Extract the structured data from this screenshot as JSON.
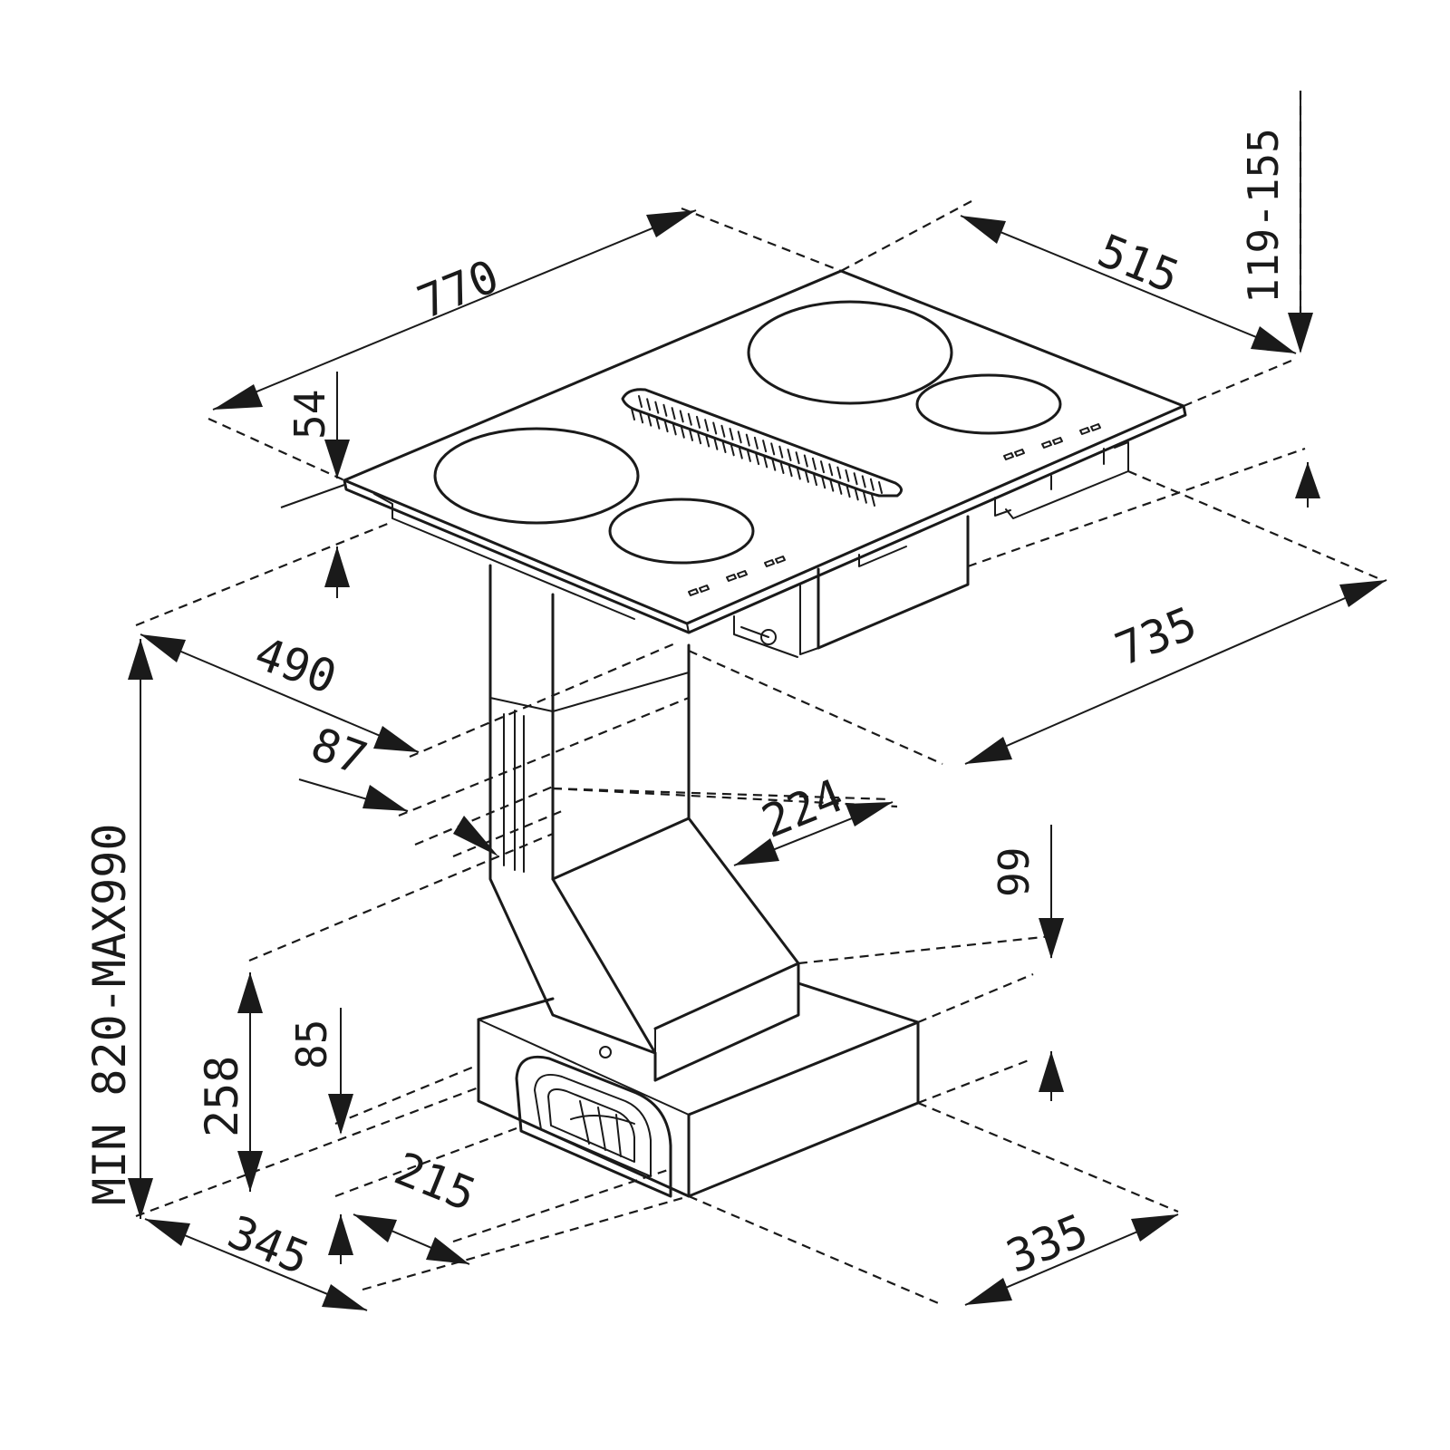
{
  "dimensions": {
    "width_770": "770",
    "depth_515": "515",
    "height_119_155": "119-155",
    "thickness_54": "54",
    "d490": "490",
    "d87": "87",
    "d735": "735",
    "d224": "224",
    "d99": "99",
    "d258": "258",
    "d85": "85",
    "d215": "215",
    "d345": "345",
    "d335": "335",
    "total_height": "MIN 820-MAX990"
  }
}
